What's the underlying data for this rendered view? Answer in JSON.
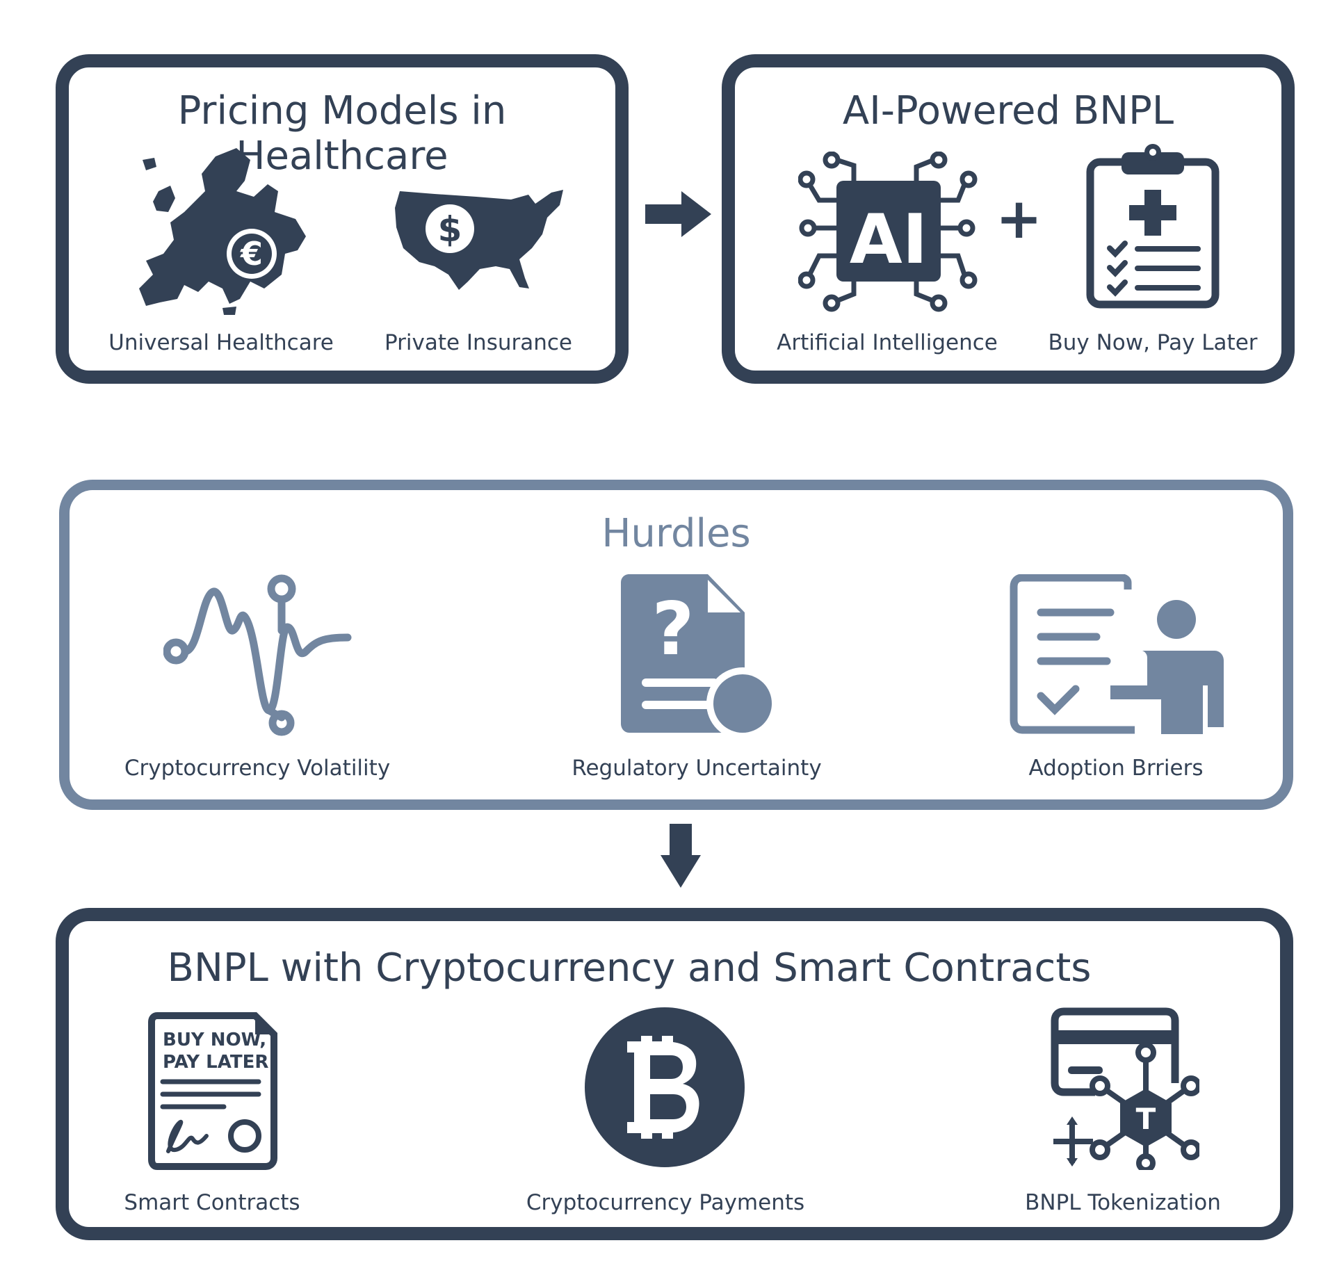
{
  "pricing": {
    "title": "Pricing Models in Healthcare",
    "universal_label": "Universal Healthcare",
    "private_label": "Private Insurance",
    "euro_glyph": "€",
    "dollar_glyph": "$"
  },
  "ai_bnpl": {
    "title": "AI-Powered BNPL",
    "ai_text": "AI",
    "plus": "+",
    "ai_label": "Artificial Intelligence",
    "bnpl_label": "Buy Now, Pay Later"
  },
  "hurdles": {
    "title": "Hurdles",
    "items": [
      {
        "label": "Cryptocurrency Volatility",
        "icon": "volatility-icon"
      },
      {
        "label": "Regulatory Uncertainty",
        "icon": "regulatory-document-icon"
      },
      {
        "label": "Adoption Brriers",
        "icon": "adoption-person-icon"
      }
    ],
    "question_glyph": "?"
  },
  "crypto_bnpl": {
    "title": "BNPL with Cryptocurrency and Smart Contracts",
    "contract_line1": "BUY NOW,",
    "contract_line2": "PAY LATER",
    "token_letter": "T",
    "items": [
      {
        "label": "Smart Contracts",
        "icon": "smart-contract-icon"
      },
      {
        "label": "Cryptocurrency Payments",
        "icon": "bitcoin-icon"
      },
      {
        "label": "BNPL Tokenization",
        "icon": "tokenization-icon"
      }
    ]
  },
  "colors": {
    "dark": "#334155",
    "slate": "#7286a0"
  }
}
